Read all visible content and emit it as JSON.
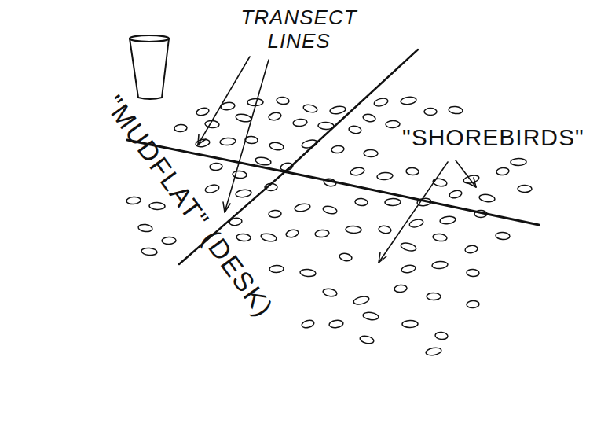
{
  "diagram": {
    "labels": [
      "TRANSECT LINES",
      "\"SHOREBIRDS\"",
      "\"MUDFLAT\" (DESK)"
    ]
  }
}
